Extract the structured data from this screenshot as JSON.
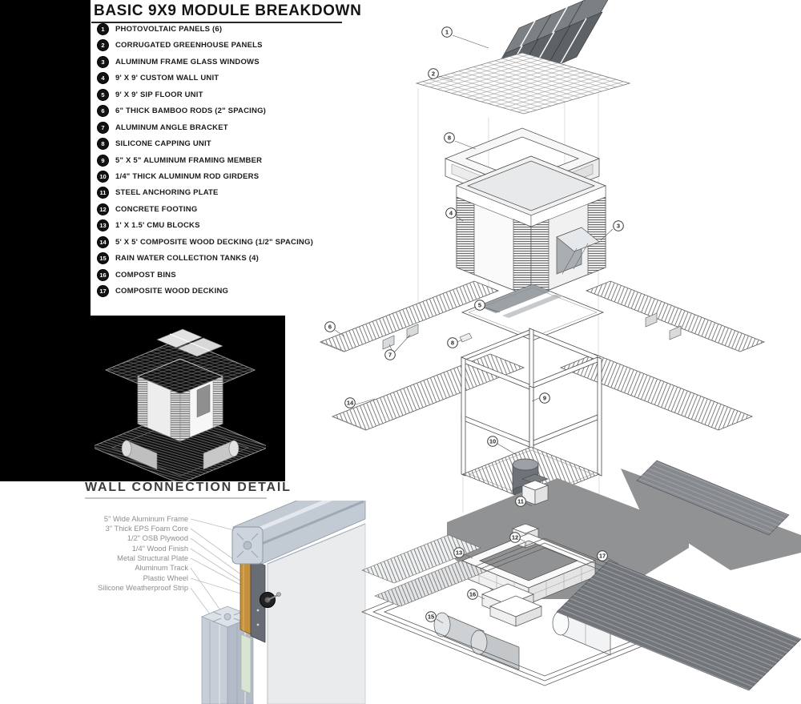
{
  "breakdown": {
    "title": "BASIC 9X9 MODULE BREAKDOWN",
    "items": [
      {
        "num": "1",
        "label": "PHOTOVOLTAIC PANELS (6)"
      },
      {
        "num": "2",
        "label": "CORRUGATED GREENHOUSE PANELS"
      },
      {
        "num": "3",
        "label": "ALUMINUM FRAME GLASS WINDOWS"
      },
      {
        "num": "4",
        "label": "9' X 9' CUSTOM WALL UNIT"
      },
      {
        "num": "5",
        "label": "9' X 9' SIP FLOOR UNIT"
      },
      {
        "num": "6",
        "label": "6\" THICK BAMBOO RODS (2\" SPACING)"
      },
      {
        "num": "7",
        "label": "ALUMINUM ANGLE BRACKET"
      },
      {
        "num": "8",
        "label": "SILICONE CAPPING UNIT"
      },
      {
        "num": "9",
        "label": "5\" X 5\" ALUMINUM FRAMING MEMBER"
      },
      {
        "num": "10",
        "label": "1/4\" THICK ALUMINUM ROD GIRDERS"
      },
      {
        "num": "11",
        "label": "STEEL ANCHORING PLATE"
      },
      {
        "num": "12",
        "label": "CONCRETE FOOTING"
      },
      {
        "num": "13",
        "label": "1' X 1.5' CMU BLOCKS"
      },
      {
        "num": "14",
        "label": "5' X 5' COMPOSITE WOOD DECKING (1/2\" SPACING)"
      },
      {
        "num": "15",
        "label": "RAIN WATER COLLECTION TANKS (4)"
      },
      {
        "num": "16",
        "label": "COMPOST BINS"
      },
      {
        "num": "17",
        "label": "COMPOSITE WOOD DECKING"
      }
    ]
  },
  "wall_detail": {
    "title": "WALL CONNECTION DETAIL",
    "labels": [
      "5\" Wide Aluminum Frame",
      "3\" Thick EPS Foam Core",
      "1/2\" OSB Plywood",
      "1/4\" Wood Finish",
      "Metal Structural Plate",
      "Aluminum Track",
      "Plastic Wheel",
      "Silicone Weatherproof Strip"
    ]
  },
  "exploded": {
    "callouts": [
      "1",
      "2",
      "3",
      "4",
      "5",
      "6",
      "7",
      "8",
      "9",
      "10",
      "11",
      "12",
      "13",
      "14",
      "15",
      "16",
      "17"
    ]
  },
  "colors": {
    "panel_black": "#000000",
    "wood_finish_tan": "#c6913c",
    "metal_plate_gray": "#686d75",
    "silicone_green": "#d8e5d4",
    "aluminum_blue_gray": "#c2cad4",
    "shadow_gray": "#909294",
    "dark_deck_gray": "#72767a"
  }
}
